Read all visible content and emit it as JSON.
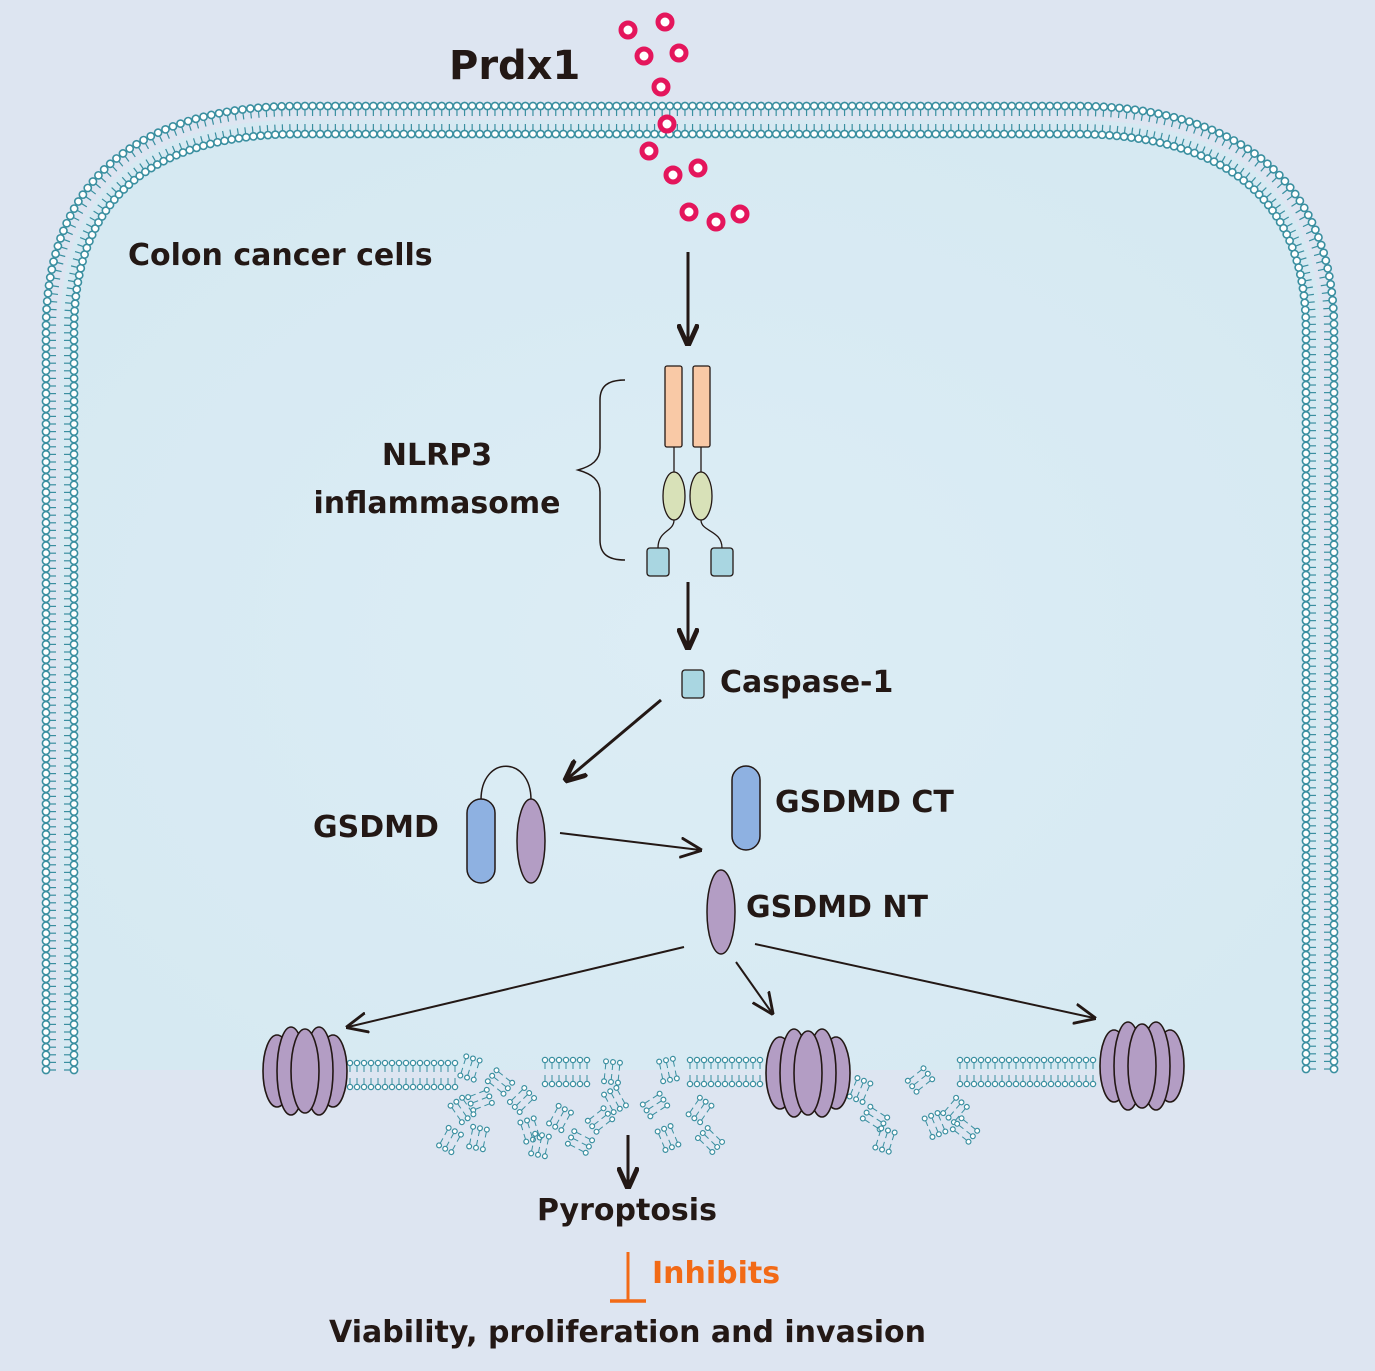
{
  "title": "Prdx1",
  "cell_label": "Colon cancer cells",
  "complex_label_line1": "NLRP3",
  "complex_label_line2": "inflammasome",
  "caspase_label": "Caspase-1",
  "gsdmd_label": "GSDMD",
  "gsdmd_ct_label": "GSDMD CT",
  "gsdmd_nt_label": "GSDMD NT",
  "outcome_label": "Pyroptosis",
  "inhibit_label": "Inhibits",
  "final_label": "Viability, proliferation and invasion",
  "colors": {
    "background": "#dde5f1",
    "cytoplasm": "#dcedf4",
    "membrane": "#3a8fa0",
    "prdx1_particle": "#e4165c",
    "nlrp3_domain_top": "#f9c9a6",
    "nlrp3_domain_mid": "#d8e1b8",
    "caspase": "#a9d6e1",
    "gsdmd_ct": "#8eb1e1",
    "gsdmd_nt": "#b39dc4",
    "inhibit": "#f26a16",
    "text": "#231815"
  }
}
